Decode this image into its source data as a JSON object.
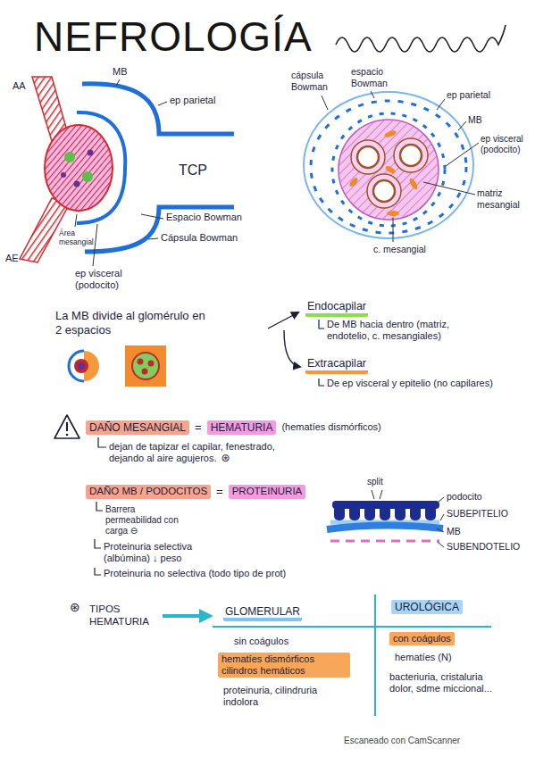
{
  "diagram": {
    "title": "NEFROLOGÍA",
    "nodes": [
      {
        "text": [
          "Endocapilar"
        ]
      },
      {
        "text": [
          "Extracapilar"
        ]
      },
      {
        "text": [
          "DAÑO MESANGIAL"
        ]
      },
      {
        "text": [
          "HEMATURIA"
        ]
      },
      {
        "text": [
          "DAÑO MB / PODOCITOS"
        ]
      },
      {
        "text": [
          "PROTEINURIA"
        ]
      },
      {
        "text": [
          "GLOMERULAR"
        ]
      },
      {
        "text": [
          "UROLÓGICA"
        ]
      },
      {
        "text": [
          "con coágulos"
        ]
      },
      {
        "text": [
          "hematíes dismórficos cilindros hemáticos"
        ]
      }
    ],
    "labels": [
      "MB",
      "ep parietal",
      "AA",
      "TCP",
      "Espacio Bowman",
      "Cápsula Bowman",
      "Área mesangial",
      "AE",
      "ep visceral (podocito)",
      "cápsula Bowman",
      "espacio Bowman",
      "ep parietal",
      "MB",
      "ep visceral (podocito)",
      "matriz mesangial",
      "c. mesangial",
      "La MB divide al glomérulo en 2 espacios",
      "De MB hacia dentro (matriz, endotelio, c. mesangiales)",
      "De ep visceral y epitelio (no capilares)",
      "=",
      "(hematíes dismórficos)",
      "dejan de tapizar el capilar, fenestrado, dejando al aire agujeros.",
      "⊛",
      "=",
      "Barrera permeabilidad con carga ⊖",
      "Proteinuria selectiva (albúmina) ↓ peso",
      "Proteinuria no selectiva (todo tipo de prot)",
      "split",
      "podocito",
      "SUBEPITELIO",
      "MB",
      "SUBENDOTELIO",
      "⊛",
      "TIPOS HEMATURIA",
      "sin coágulos",
      "hematíes (N)",
      "proteinuria, cilindruria indolora",
      "bacteriuria, cristaluria dolor, sdme miccional...",
      "Escaneado con CamScanner"
    ]
  }
}
